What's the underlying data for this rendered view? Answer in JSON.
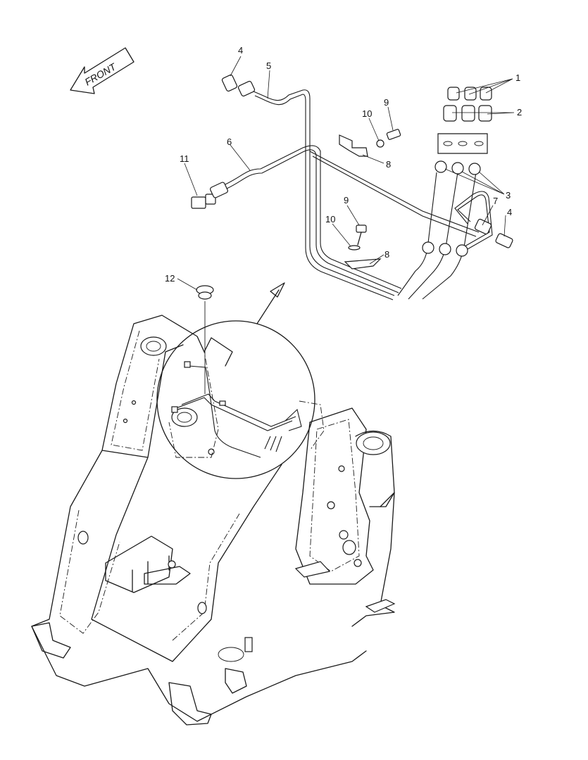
{
  "direction_label": "FRONT",
  "callouts": [
    {
      "id": "c1",
      "text": "1"
    },
    {
      "id": "c2",
      "text": "2"
    },
    {
      "id": "c3",
      "text": "3"
    },
    {
      "id": "c4a",
      "text": "4"
    },
    {
      "id": "c4b",
      "text": "4"
    },
    {
      "id": "c5",
      "text": "5"
    },
    {
      "id": "c6",
      "text": "6"
    },
    {
      "id": "c7",
      "text": "7"
    },
    {
      "id": "c8a",
      "text": "8"
    },
    {
      "id": "c8b",
      "text": "8"
    },
    {
      "id": "c9a",
      "text": "9"
    },
    {
      "id": "c9b",
      "text": "9"
    },
    {
      "id": "c10a",
      "text": "10"
    },
    {
      "id": "c10b",
      "text": "10"
    },
    {
      "id": "c11",
      "text": "11"
    },
    {
      "id": "c12",
      "text": "12"
    }
  ]
}
